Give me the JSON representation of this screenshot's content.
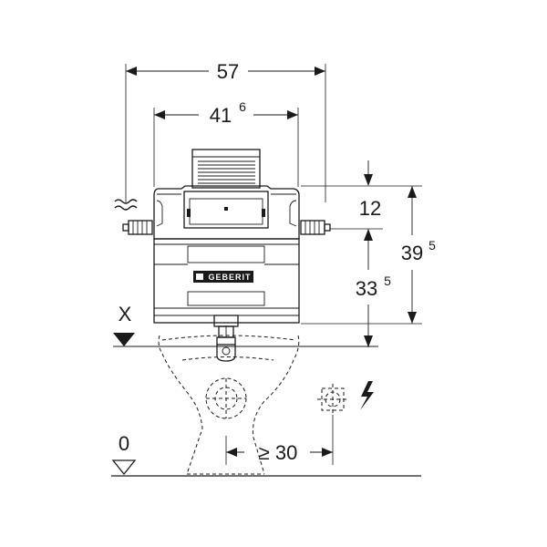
{
  "dimensions": {
    "total_width": "57",
    "frame_width_main": "41",
    "frame_width_sup": "6",
    "top_offset": "12",
    "total_height_main": "39",
    "total_height_sup": "5",
    "mid_height_main": "33",
    "mid_height_sup": "5",
    "distance": "≥ 30"
  },
  "markers": {
    "reference_x": "X",
    "floor_zero": "0"
  },
  "logo": {
    "brand": "GEBERIT"
  },
  "icons": {
    "water_supply": "water-wave-icon",
    "power": "lightning-bolt-icon",
    "socket": "electrical-socket-icon"
  }
}
